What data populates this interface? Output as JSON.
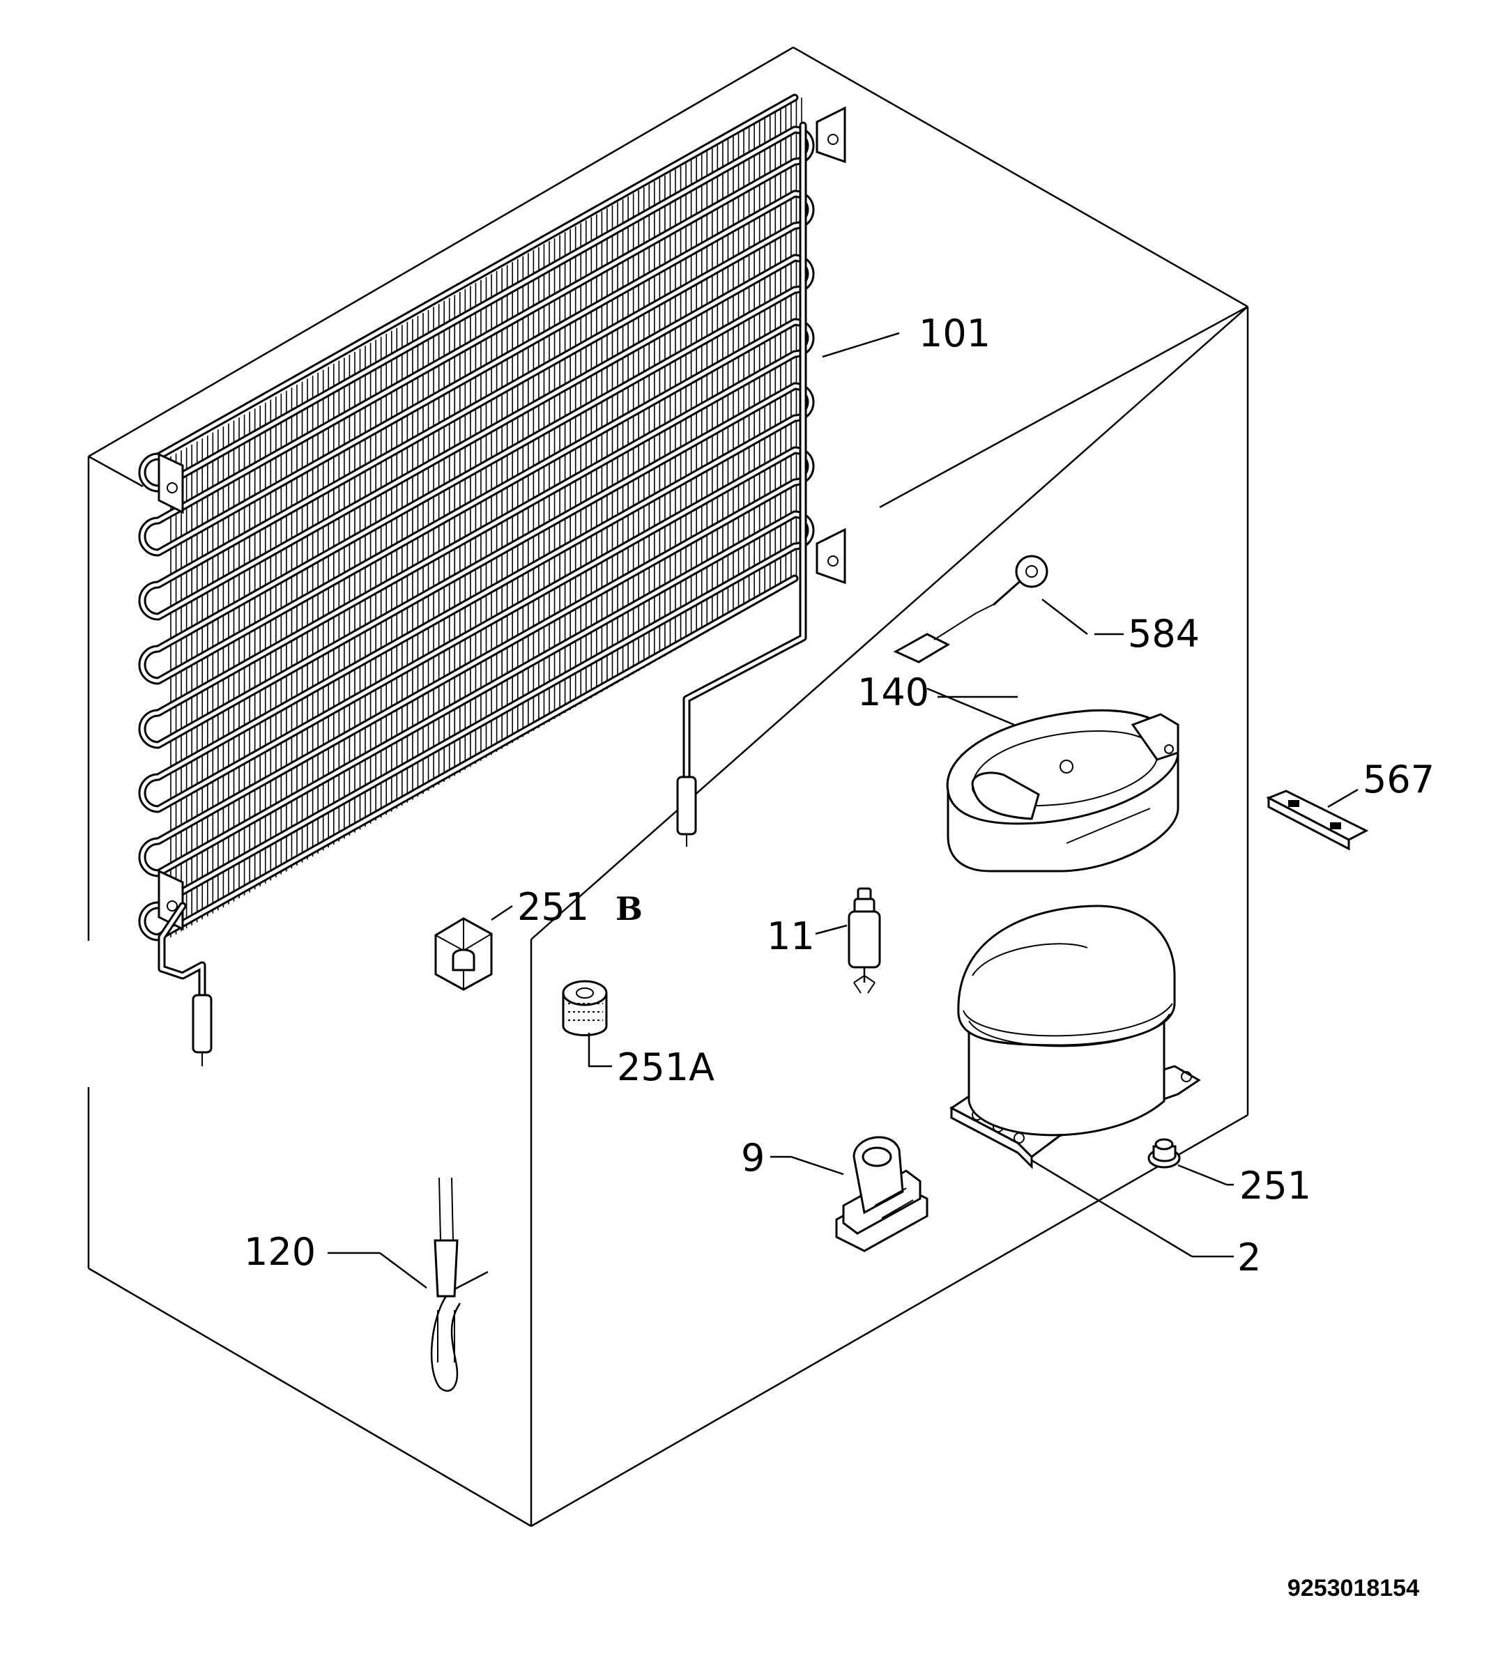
{
  "callouts": {
    "p101": "101",
    "p584": "584",
    "p140": "140",
    "p567": "567",
    "p251b_num": "251",
    "p251b_suffix": "B",
    "p11": "11",
    "p251a": "251A",
    "p9": "9",
    "p251": "251",
    "p2": "2",
    "p120": "120"
  },
  "document_number": "9253018154",
  "colors": {
    "ink": "#000000",
    "paper": "#ffffff"
  }
}
